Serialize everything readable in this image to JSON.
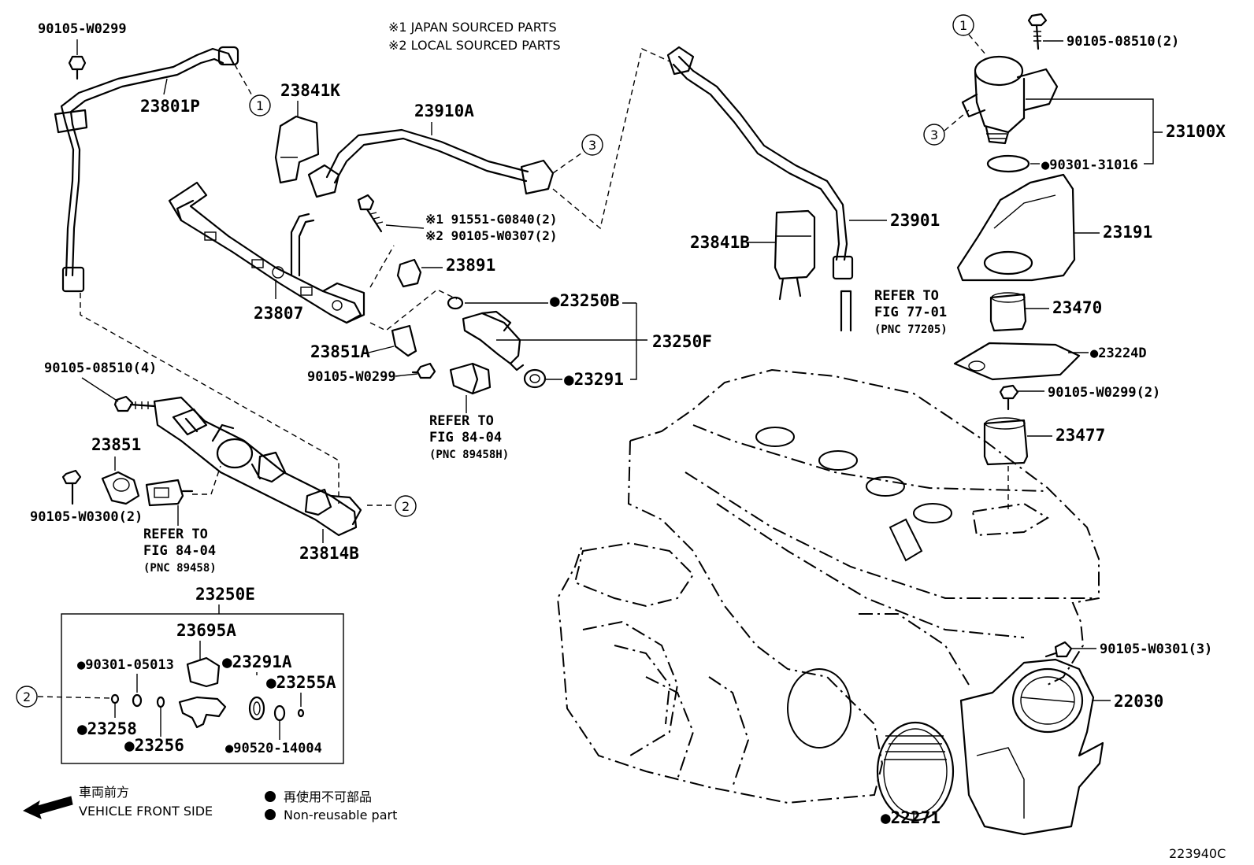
{
  "header": {
    "note1": "※1 JAPAN SOURCED PARTS",
    "note2": "※2 LOCAL SOURCED PARTS"
  },
  "diagram_id": "223940C",
  "callouts": [
    "1",
    "2",
    "3"
  ],
  "parts": {
    "p90105_w0299_top": "90105-W0299",
    "p23801p": "23801P",
    "p23841k": "23841K",
    "p23910a": "23910A",
    "p23807": "23807",
    "p91551": "※1 91551-G0840(2)",
    "p90105_w0307": "※2 90105-W0307(2)",
    "p23891": "23891",
    "p23250b": "●23250B",
    "p23250f": "23250F",
    "p23851a": "23851A",
    "p90105_w0299_mid": "90105-W0299",
    "p23291": "●23291",
    "p23841b": "23841B",
    "p23901": "23901",
    "p90105_08510_2": "90105-08510(2)",
    "p23100x": "23100X",
    "p90301_31016": "●90301-31016",
    "p23191": "23191",
    "p23470": "23470",
    "p23224d": "●23224D",
    "p90105_w0299_2": "90105-W0299(2)",
    "p23477": "23477",
    "p90105_08510_4": "90105-08510(4)",
    "p23851": "23851",
    "p90105_w0300_2": "90105-W0300(2)",
    "p23814b": "23814B",
    "p23250e": "23250E",
    "p23695a": "23695A",
    "p90301_05013": "●90301-05013",
    "p23291a": "●23291A",
    "p23255a": "●23255A",
    "p23258": "●23258",
    "p23256": "●23256",
    "p90520_14004": "●90520-14004",
    "p90105_w0301_3": "90105-W0301(3)",
    "p22030": "22030",
    "p22271": "●22271"
  },
  "refs": {
    "ref_a": {
      "l1": "REFER TO",
      "l2": "FIG 84-04",
      "l3": "(PNC 89458H)"
    },
    "ref_b": {
      "l1": "REFER TO",
      "l2": "FIG 84-04",
      "l3": "(PNC 89458)"
    },
    "ref_c": {
      "l1": "REFER TO",
      "l2": "FIG 77-01",
      "l3": "(PNC 77205)"
    }
  },
  "legend": {
    "front_jp": "車両前方",
    "front_en": "VEHICLE FRONT SIDE",
    "nonreuse_jp": "再使用不可部品",
    "nonreuse_en": "Non-reusable part"
  }
}
